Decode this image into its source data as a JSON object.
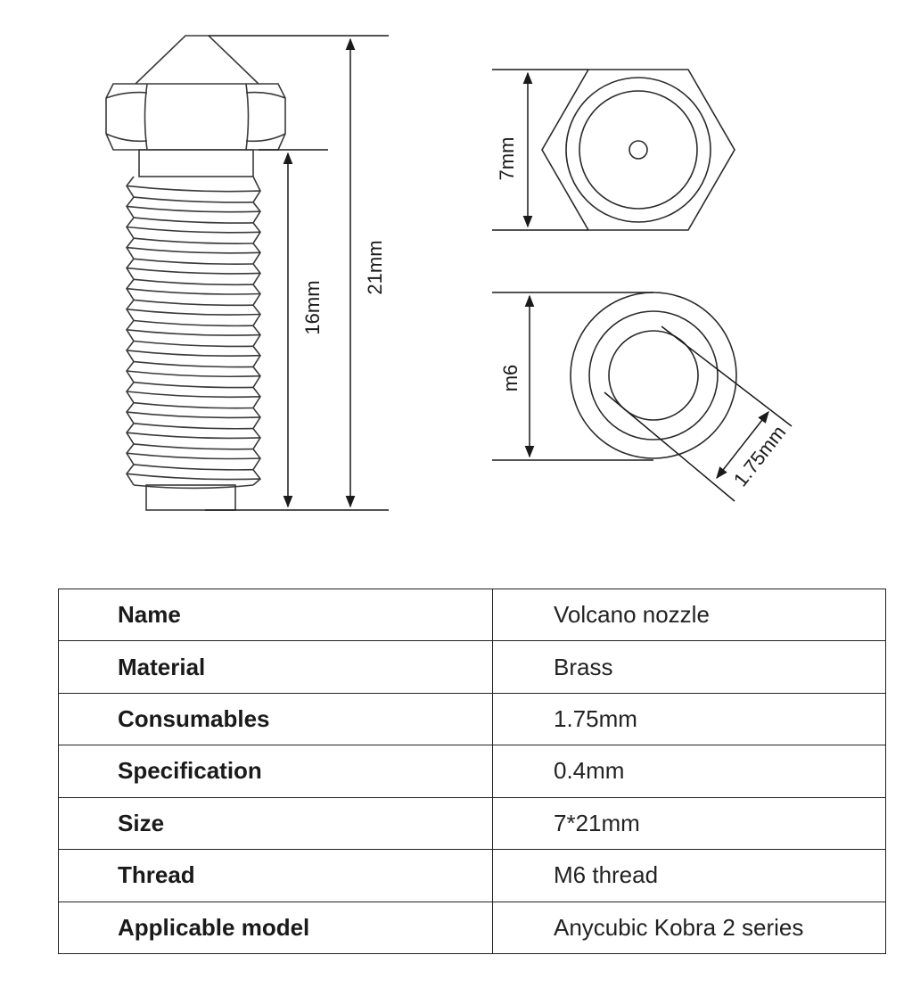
{
  "dimensions": {
    "total_length": "21mm",
    "thread_length": "16mm",
    "hex_width": "7mm",
    "thread_size": "m6",
    "filament_diameter": "1.75mm"
  },
  "specs": [
    {
      "label": "Name",
      "value": "Volcano nozzle"
    },
    {
      "label": "Material",
      "value": "Brass"
    },
    {
      "label": "Consumables",
      "value": "1.75mm"
    },
    {
      "label": "Specification",
      "value": "0.4mm"
    },
    {
      "label": "Size",
      "value": "7*21mm"
    },
    {
      "label": "Thread",
      "value": "M6 thread"
    },
    {
      "label": "Applicable model",
      "value": "Anycubic Kobra 2 series"
    }
  ]
}
